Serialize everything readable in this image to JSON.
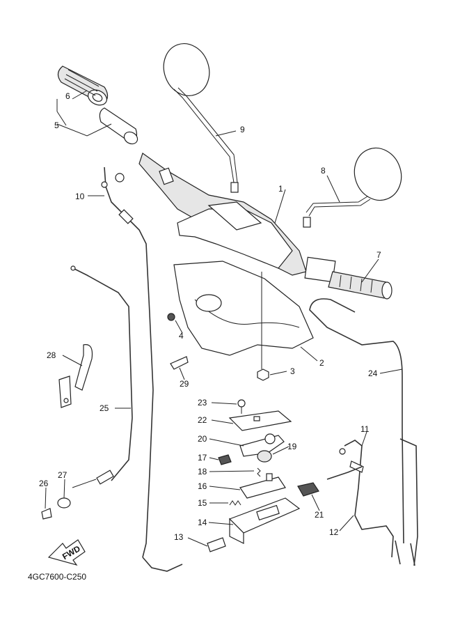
{
  "diagram_code": "4GC7600-C250",
  "fwd_label": "FWD",
  "callouts": {
    "c1": "1",
    "c2": "2",
    "c3": "3",
    "c4": "4",
    "c5": "5",
    "c6": "6",
    "c7": "7",
    "c8": "8",
    "c9": "9",
    "c10": "10",
    "c11": "11",
    "c12": "12",
    "c13": "13",
    "c14": "14",
    "c15": "15",
    "c16": "16",
    "c17": "17",
    "c18": "18",
    "c19": "19",
    "c20": "20",
    "c21": "21",
    "c22": "22",
    "c23": "23",
    "c24": "24",
    "c25": "25",
    "c26": "26",
    "c27": "27",
    "c28": "28",
    "c29": "29"
  }
}
